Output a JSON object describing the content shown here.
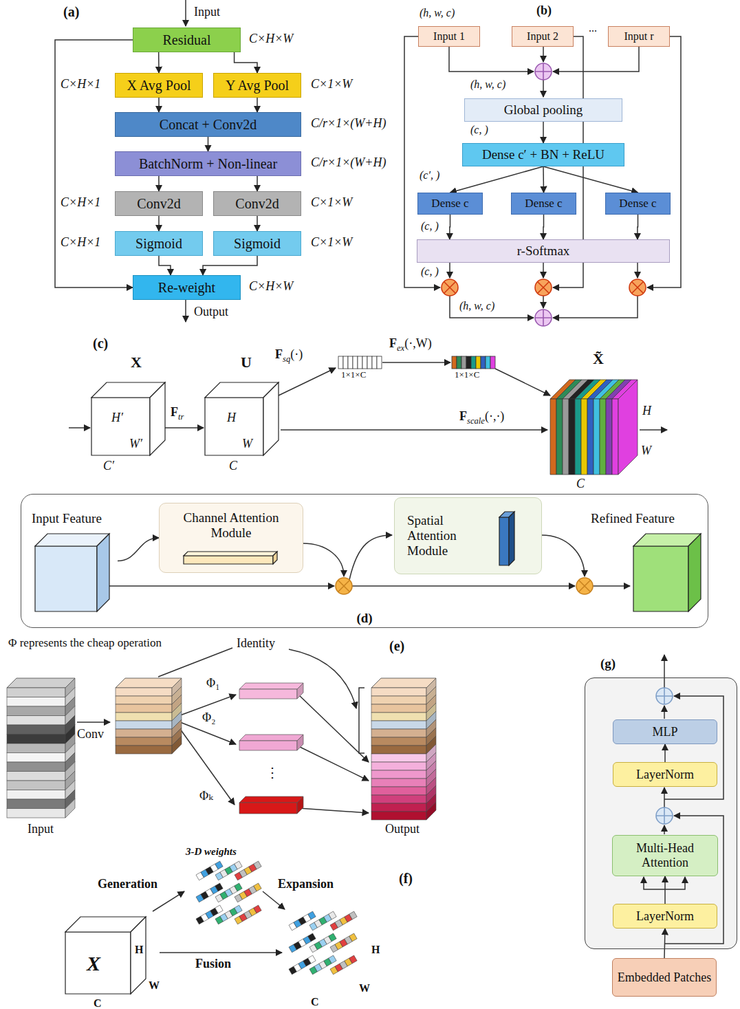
{
  "diagram": {
    "nodes": [
      {
        "text": [
          "Residual"
        ]
      },
      {
        "text": [
          "X Avg Pool"
        ]
      },
      {
        "text": [
          "Y Avg Pool"
        ]
      },
      {
        "text": [
          "Concat + Conv2d"
        ]
      },
      {
        "text": [
          "BatchNorm + Non-linear"
        ]
      },
      {
        "text": [
          "Conv2d"
        ]
      },
      {
        "text": [
          "Conv2d"
        ]
      },
      {
        "text": [
          "Sigmoid"
        ]
      },
      {
        "text": [
          "Sigmoid"
        ]
      },
      {
        "text": [
          "Re-weight"
        ]
      },
      {
        "text": [
          "Input 1"
        ]
      },
      {
        "text": [
          "Input 2"
        ]
      },
      {
        "text": [
          "Input r"
        ]
      },
      {
        "text": [
          "Global pooling"
        ]
      },
      {
        "text": [
          "Dense c′ + BN + ReLU"
        ]
      },
      {
        "text": [
          "Dense c"
        ]
      },
      {
        "text": [
          "Dense c"
        ]
      },
      {
        "text": [
          "Dense c"
        ]
      },
      {
        "text": [
          "r-Softmax"
        ]
      },
      {
        "text": [
          "(d)"
        ]
      },
      {
        "text": [
          "Input Feature"
        ],
        "in": 19
      },
      {
        "text": [
          "Channel Attention Module"
        ],
        "in": 19
      },
      {
        "text": [
          "Spatial Attention Module"
        ],
        "in": 19
      },
      {
        "text": [
          "Refined Feature"
        ],
        "in": 19
      },
      {
        "text": [
          "(g)"
        ]
      },
      {
        "text": [
          "MLP"
        ],
        "in": 24
      },
      {
        "text": [
          "LayerNorm"
        ],
        "in": 24
      },
      {
        "text": [
          "Multi-Head Attention"
        ],
        "in": 24
      },
      {
        "text": [
          "LayerNorm"
        ],
        "in": 24
      },
      {
        "text": [
          "Embedded Patches"
        ]
      }
    ],
    "edges": [
      {
        "from": 0,
        "to": 1,
        "arrow": "to"
      },
      {
        "from": 0,
        "to": 2,
        "arrow": "to"
      },
      {
        "from": 1,
        "to": 3,
        "arrow": "to"
      },
      {
        "from": 2,
        "to": 3,
        "arrow": "to"
      },
      {
        "from": 3,
        "to": 4,
        "arrow": "to"
      },
      {
        "from": 4,
        "to": 5,
        "arrow": "to"
      },
      {
        "from": 4,
        "to": 6,
        "arrow": "to"
      },
      {
        "from": 5,
        "to": 7,
        "arrow": "to"
      },
      {
        "from": 6,
        "to": 8,
        "arrow": "to"
      },
      {
        "from": 7,
        "to": 9,
        "arrow": "to"
      },
      {
        "from": 8,
        "to": 9,
        "arrow": "to"
      },
      {
        "from": 0,
        "to": 9,
        "arrow": "to"
      },
      {
        "from": 13,
        "to": 14,
        "arrow": "to"
      },
      {
        "from": 14,
        "to": 15,
        "arrow": "to"
      },
      {
        "from": 14,
        "to": 16,
        "arrow": "to"
      },
      {
        "from": 14,
        "to": 17,
        "arrow": "to"
      },
      {
        "from": 15,
        "to": 18,
        "arrow": "to"
      },
      {
        "from": 16,
        "to": 18,
        "arrow": "to"
      },
      {
        "from": 17,
        "to": 18,
        "arrow": "to"
      },
      {
        "from": 20,
        "to": 21,
        "arrow": "to"
      },
      {
        "from": 29,
        "to": 28,
        "arrow": "to"
      },
      {
        "from": 28,
        "to": 27,
        "arrow": "to"
      },
      {
        "from": 26,
        "to": 25,
        "arrow": "to"
      }
    ],
    "labels": [
      "(a)",
      "Input",
      "C×H×W",
      "C×H×1",
      "C×1×W",
      "C/r×1×(W+H)",
      "C/r×1×(W+H)",
      "C×H×1",
      "C×1×W",
      "C×H×1",
      "C×1×W",
      "C×H×W",
      "Output",
      "(b)",
      "(h, w, c)",
      "...",
      "(h, w, c)",
      "(c, )",
      "(c′, )",
      "(c, )",
      "(c, )",
      "(h, w, c)",
      "(c)",
      "X",
      "U",
      "X̃",
      "H′",
      "W′",
      "C′",
      "Ftr",
      "H",
      "W",
      "C",
      "Fsq(·)",
      "1×1×C",
      "Fex(·,W)",
      "1×1×C",
      "Fscale(·,·)",
      "H",
      "W",
      "C",
      "Φ represents the cheap operation",
      "Identity",
      "(e)",
      "Conv",
      "Φ₁",
      "Φ₂",
      "Φₖ",
      "⋮",
      "Input",
      "Output",
      "3-D weights",
      "Generation",
      "Expansion",
      "(f)",
      "Fusion",
      "X",
      "H",
      "W",
      "C",
      "H",
      "W",
      "C"
    ]
  }
}
